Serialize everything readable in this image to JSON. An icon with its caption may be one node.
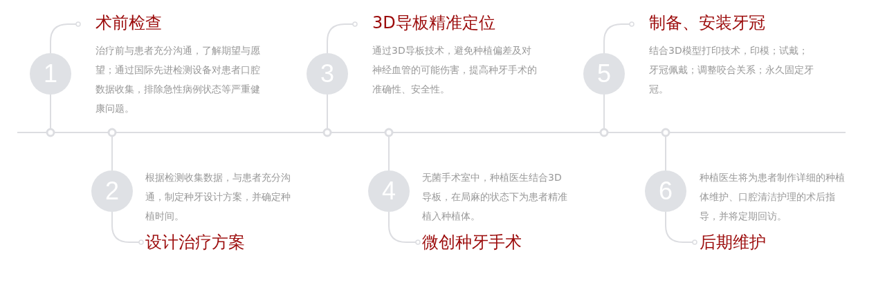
{
  "diagram": {
    "nodes": [
      {
        "text": [
          "1",
          "术前检查",
          "治疗前与患者充分沟通，了解期望与愿望；通过国际先进检测设备对患者口腔数据收集，排除急性病例状态等严重健康问题。"
        ]
      },
      {
        "text": [
          "2",
          "根据检测收集数据，与患者充分沟通，制定种牙设计方案，并确定种植时间。",
          "设计治疗方案"
        ]
      },
      {
        "text": [
          "3",
          "3D导板精准定位",
          "通过3D导板技术，避免种植偏差及对神经血管的可能伤害，提高种牙手术的准确性、安全性。"
        ]
      },
      {
        "text": [
          "4",
          "无菌手术室中，种植医生结合3D导板，在局麻的状态下为患者精准植入种植体。",
          "微创种牙手术"
        ]
      },
      {
        "text": [
          "5",
          "制备、安装牙冠",
          "结合3D模型打印技术，印模；试戴；牙冠佩戴；调整咬合关系；永久固定牙冠。"
        ]
      },
      {
        "text": [
          "6",
          "种植医生将为患者制作详细的种植体维护、口腔清洁护理的术后指导，并将定期回访。",
          "后期维护"
        ]
      }
    ]
  }
}
